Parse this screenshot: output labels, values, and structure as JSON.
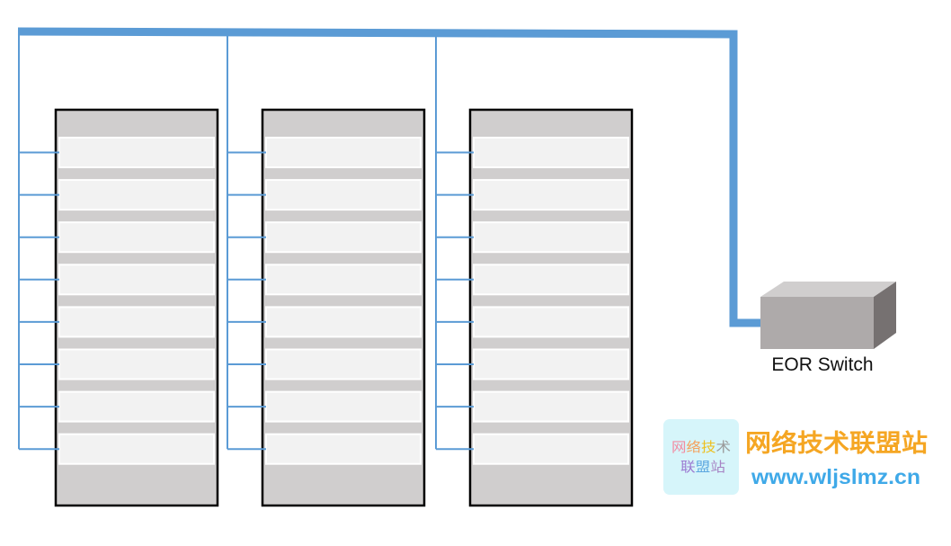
{
  "diagram": {
    "racks": [
      {
        "servers": 8
      },
      {
        "servers": 8
      },
      {
        "servers": 8
      }
    ],
    "switch_label": "EOR Switch"
  },
  "colors": {
    "link": "#5b9bd5",
    "rack_fill": "#d0cece",
    "rack_border": "#000000",
    "server_fill": "#f2f2f2",
    "server_border": "#ffffff",
    "switch_front": "#aeaaaa",
    "switch_top": "#d0cece",
    "switch_side": "#767171"
  },
  "watermark": {
    "logo_lines": [
      "网络技术",
      "联盟站"
    ],
    "logo_colors": [
      [
        "#f28ca3",
        "#f4a25f",
        "#eebf1c",
        "#9a9a9a"
      ],
      [
        "#9c7bd2",
        "#5ea8e0",
        "#a784c4"
      ]
    ],
    "logo_bg": "#d6f5fa",
    "site_name": "网络技术联盟站",
    "site_name_color": "#f5a623",
    "url": "www.wljslmz.cn",
    "url_color": "#3fa9e8"
  }
}
